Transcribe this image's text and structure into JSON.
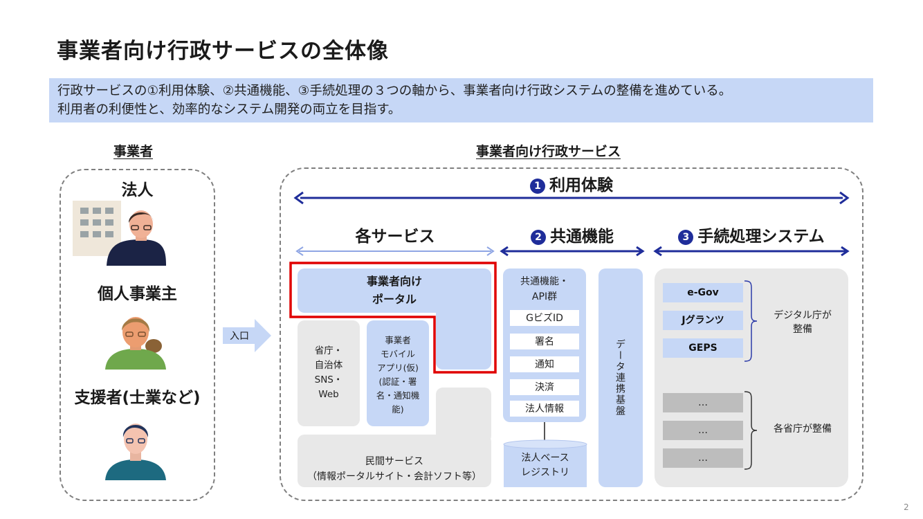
{
  "title": "事業者向け行政サービスの全体像",
  "summary": {
    "line1": "行政サービスの①利用体験、②共通機能、③手続処理の３つの軸から、事業者向け行政システムの整備を進めている。",
    "line2": "利用者の利便性と、効率的なシステム開発の両立を目指す。"
  },
  "left_heading": "事業者",
  "right_heading": "事業者向け行政サービス",
  "actors": [
    "法人",
    "個人事業主",
    "支援者(士業など)"
  ],
  "entry_label": "入口",
  "axis1": {
    "num": "1",
    "label": "利用体験"
  },
  "axis2": {
    "num": "2",
    "label": "共通機能"
  },
  "axis3": {
    "num": "3",
    "label": "手続処理システム"
  },
  "services_label": "各サービス",
  "portal": {
    "line1": "事業者向け",
    "line2": "ポータル"
  },
  "ministry_sns": [
    "省庁・",
    "自治体",
    "SNS・",
    "Web"
  ],
  "mobile_app": [
    "事業者",
    "モバイル",
    "アプリ(仮)",
    "(認証・署",
    "名・通知機",
    "能)"
  ],
  "private_service": {
    "line1": "民間サービス",
    "line2": "（情報ポータルサイト・会計ソフト等）"
  },
  "common_api": {
    "line1": "共通機能・",
    "line2": "API群"
  },
  "common_items": [
    "GビズID",
    "署名",
    "通知",
    "決済",
    "法人情報"
  ],
  "registry": {
    "line1": "法人ベース",
    "line2": "レジストリ"
  },
  "data_platform": "データ連携基盤",
  "digital_systems": [
    "e-Gov",
    "Jグランツ",
    "GEPS"
  ],
  "digital_label": {
    "line1": "デジタル庁が",
    "line2": "整備"
  },
  "ministry_systems": [
    "…",
    "…",
    "…"
  ],
  "ministry_label": "各省庁が整備",
  "page_number": "2",
  "colors": {
    "dark_blue": "#1f2d9a",
    "light_blue": "#c6d7f6",
    "highlight_red": "#e00000",
    "grey": "#e8e8e8"
  }
}
